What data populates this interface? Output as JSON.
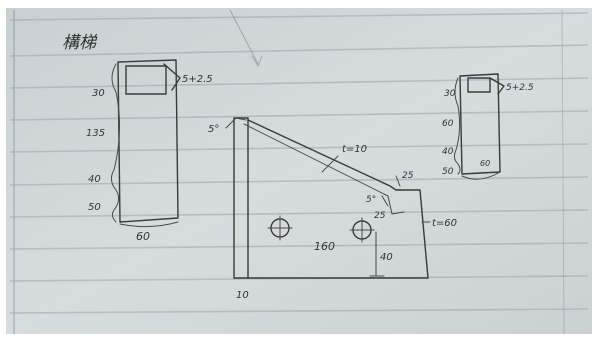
{
  "sketch": {
    "title": "構梯",
    "left_elevation": {
      "dims_vertical": [
        "30",
        "135",
        "40",
        "50"
      ],
      "dim_bottom": "60",
      "note_top": "5+2.5"
    },
    "side_view": {
      "angle_top": "5°",
      "slope_note": "t=10",
      "angle_mid": "5°",
      "dim_25_top": "25",
      "dim_25_mid": "25",
      "thickness_note": "t=60",
      "hole_spacing": "160",
      "height_40": "40",
      "base_10": "10"
    },
    "right_elevation": {
      "dims_vertical": [
        "30",
        "60",
        "40",
        "50"
      ],
      "dim_bottom": "60",
      "note_top": "5+2.5"
    }
  }
}
